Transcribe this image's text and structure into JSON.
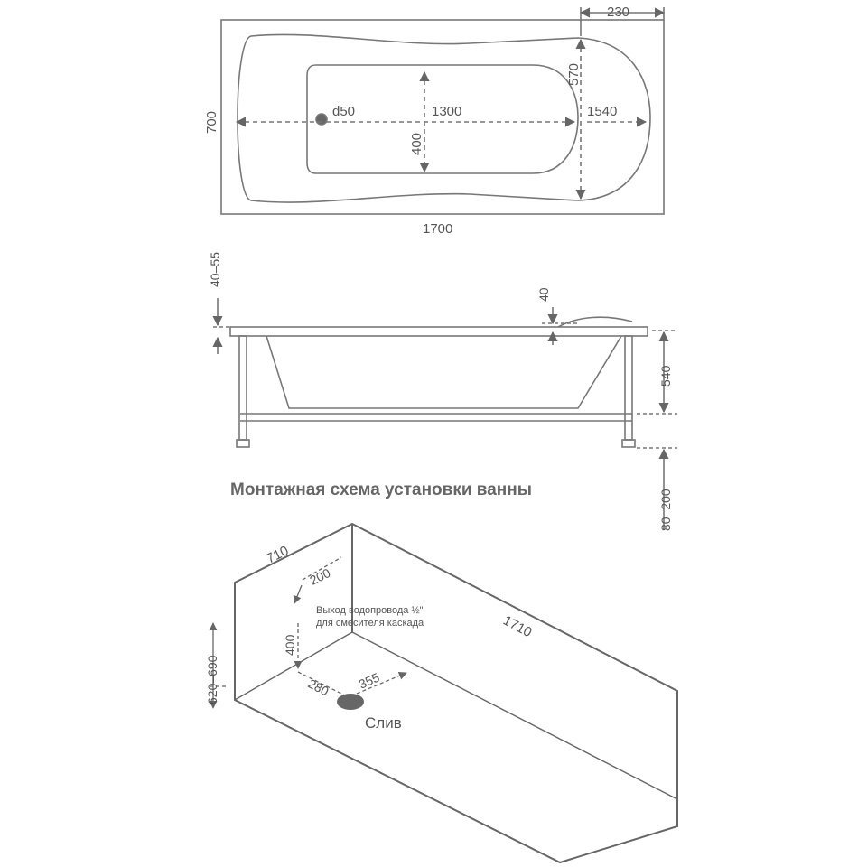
{
  "top_view": {
    "dim_width_top": "230",
    "dim_height_left": "700",
    "dim_length_bottom": "1700",
    "dim_drain_diameter": "d50",
    "dim_inner_length": "1300",
    "dim_inner_width": "400",
    "dim_outer_length": "1540",
    "dim_right_height": "570"
  },
  "side_view": {
    "dim_rim_height": "40–55",
    "dim_step": "40",
    "dim_depth": "540",
    "dim_legs": "80–200"
  },
  "caption": "Монтажная схема установки ванны",
  "install_view": {
    "dim_width": "710",
    "dim_length": "1710",
    "dim_outlet_height": "620–690",
    "dim_200": "200",
    "dim_400": "400",
    "dim_280": "280",
    "dim_355": "355",
    "note_line1": "Выход водопровода ½\"",
    "note_line2": "для смесителя каскада",
    "drain_label": "Слив"
  }
}
